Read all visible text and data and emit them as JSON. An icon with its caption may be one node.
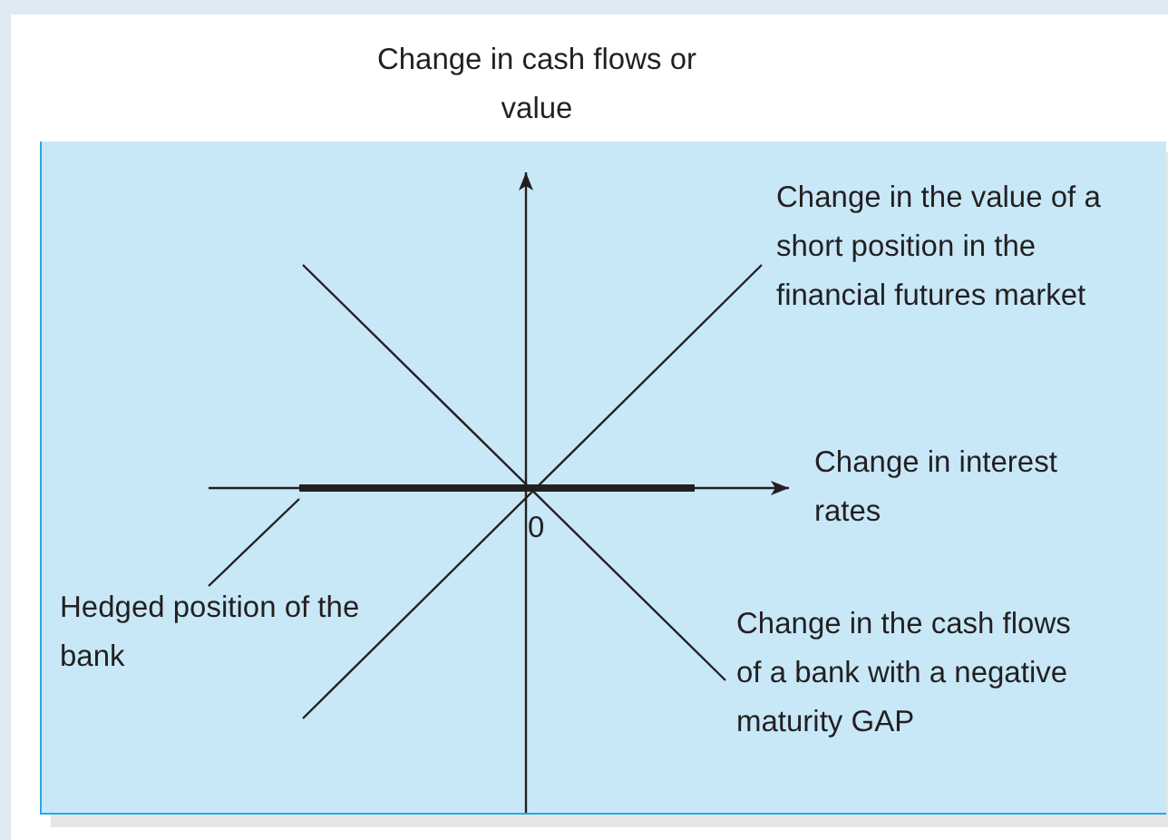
{
  "diagram": {
    "nodes": [
      {
        "text": [
          "Hedged position of the bank"
        ]
      },
      {
        "text": [],
        "shape": "bar"
      }
    ],
    "edges": [
      {
        "from": 0,
        "to": 1,
        "arrow": "none"
      }
    ],
    "labels": [
      "Change in cash flows or value",
      "Change in the value of a short position in the financial futures market",
      "Change in interest rates",
      "0",
      "Change in the cash flows of a bank with a negative maturity GAP"
    ]
  }
}
